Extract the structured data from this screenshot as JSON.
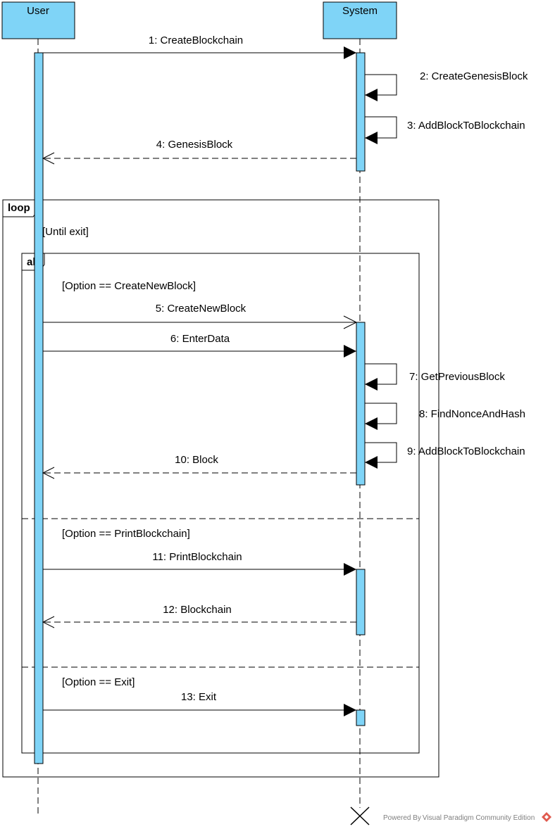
{
  "colors": {
    "lifeline_fill": "#7fd4f7",
    "activation_fill": "#7fd4f7",
    "line": "#000000"
  },
  "lifelines": [
    {
      "id": "user",
      "name": "User"
    },
    {
      "id": "system",
      "name": "System"
    }
  ],
  "fragments": {
    "loop": {
      "operator": "loop",
      "guard": "[Until exit]"
    },
    "alt": {
      "operator": "alt",
      "guards": [
        "[Option == CreateNewBlock]",
        "[Option == PrintBlockchain]",
        "[Option == Exit]"
      ]
    }
  },
  "messages": [
    {
      "number": 1,
      "label": "1: CreateBlockchain",
      "from": "user",
      "to": "system",
      "kind": "sync"
    },
    {
      "number": 2,
      "label": "2: CreateGenesisBlock",
      "from": "system",
      "to": "system",
      "kind": "self"
    },
    {
      "number": 3,
      "label": "3: AddBlockToBlockchain",
      "from": "system",
      "to": "system",
      "kind": "self"
    },
    {
      "number": 4,
      "label": "4: GenesisBlock",
      "from": "system",
      "to": "user",
      "kind": "reply"
    },
    {
      "number": 5,
      "label": "5: CreateNewBlock",
      "from": "user",
      "to": "system",
      "kind": "async"
    },
    {
      "number": 6,
      "label": "6: EnterData",
      "from": "user",
      "to": "system",
      "kind": "sync"
    },
    {
      "number": 7,
      "label": "7: GetPreviousBlock",
      "from": "system",
      "to": "system",
      "kind": "self"
    },
    {
      "number": 8,
      "label": "8: FindNonceAndHash",
      "from": "system",
      "to": "system",
      "kind": "self"
    },
    {
      "number": 9,
      "label": "9: AddBlockToBlockchain",
      "from": "system",
      "to": "system",
      "kind": "self"
    },
    {
      "number": 10,
      "label": "10: Block",
      "from": "system",
      "to": "user",
      "kind": "reply"
    },
    {
      "number": 11,
      "label": "11: PrintBlockchain",
      "from": "user",
      "to": "system",
      "kind": "sync"
    },
    {
      "number": 12,
      "label": "12: Blockchain",
      "from": "system",
      "to": "user",
      "kind": "reply"
    },
    {
      "number": 13,
      "label": "13: Exit",
      "from": "user",
      "to": "system",
      "kind": "sync"
    }
  ],
  "watermark": "Powered By Visual Paradigm Community Edition"
}
